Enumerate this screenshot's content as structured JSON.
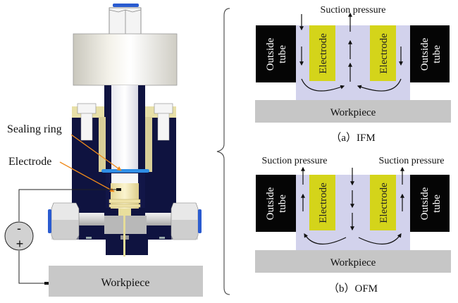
{
  "left_assembly": {
    "labels": {
      "sealing_ring": "Sealing ring",
      "electrode": "Electrode",
      "workpiece": "Workpiece"
    },
    "power_source": {
      "minus": "-",
      "plus": "+"
    },
    "colors": {
      "body": "#0f1340",
      "cap": "#e6e4dc",
      "electrode": "#efe6b0",
      "sealing_ring": "#2f8ee6",
      "pointer": "#ef8a1a",
      "workpiece": "#c8c8c8"
    }
  },
  "diagrams": [
    {
      "id": "ifm",
      "caption": "（a）IFM",
      "suction_labels": [
        "Suction pressure"
      ],
      "outside_tube_label_line1": "Outside",
      "outside_tube_label_line2": "tube",
      "electrode_label": "Electrode",
      "workpiece_label": "Workpiece"
    },
    {
      "id": "ofm",
      "caption": "（b）OFM",
      "suction_labels": [
        "Suction pressure",
        "Suction pressure"
      ],
      "outside_tube_label_line1": "Outside",
      "outside_tube_label_line2": "tube",
      "electrode_label": "Electrode",
      "workpiece_label": "Workpiece"
    }
  ],
  "colors": {
    "outside_tube": "#050505",
    "flow_region": "#d2d2ec",
    "electrode": "#d4d41a",
    "workpiece": "#c6c6c6",
    "arrow": "#111111"
  }
}
